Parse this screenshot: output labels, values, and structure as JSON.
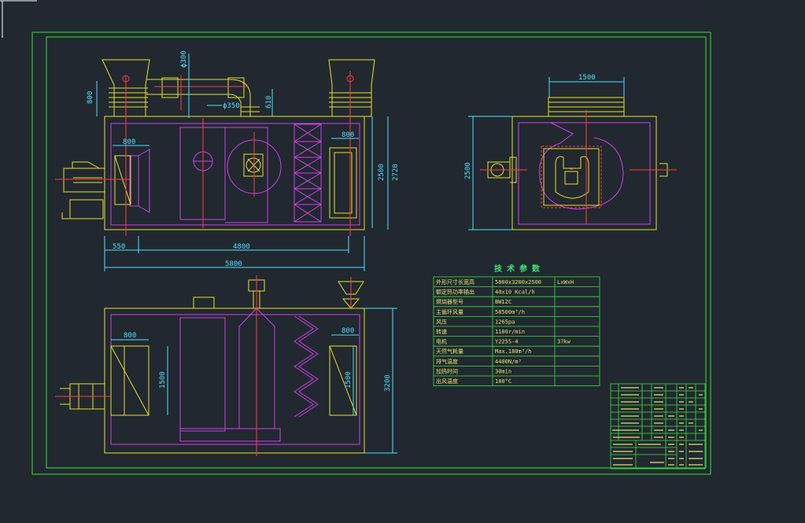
{
  "colors": {
    "background": "#212830",
    "frame": "#39e239",
    "equipment": "#e8e02a",
    "internal": "#d040e8",
    "centerline": "#ff3b3b",
    "dimension": "#4fe0ff",
    "white": "#ffffff"
  },
  "front_view": {
    "dims": {
      "inlet_height": "800",
      "pipe_vertical": "ϕ300",
      "pipe_diameter": "ϕ350",
      "pipe_drop": "610",
      "filter_width": "800",
      "right_box_width": "800",
      "inner_height": "2500",
      "outer_height": "2720",
      "left_offset": "550",
      "inner_length": "4800",
      "total_length": "5800"
    }
  },
  "side_view": {
    "dims": {
      "top_width": "1500",
      "height": "2500"
    }
  },
  "plan_view": {
    "dims": {
      "left_width": "800",
      "left_height": "1500",
      "right_width": "800",
      "right_height": "1500",
      "total_depth": "3200"
    }
  },
  "tech_table": {
    "title": "技 术 参 数",
    "rows": [
      [
        "外形尺寸长宽高",
        "5800x3200x2500",
        "LxWxH"
      ],
      [
        "额定热功率输出",
        "40x10 Kcal/h",
        ""
      ],
      [
        "燃烧器型号",
        "BW12C",
        ""
      ],
      [
        "主循环风量",
        "58500m³/h",
        ""
      ],
      [
        "风压",
        "1265pa",
        ""
      ],
      [
        "转速",
        "1100r/min",
        ""
      ],
      [
        "电机",
        "Y225S-4",
        "37kw"
      ],
      [
        "天然气耗量",
        "Max.180m³/h",
        ""
      ],
      [
        "排气温度",
        "4400N/m³",
        ""
      ],
      [
        "加热时间",
        "30min",
        ""
      ],
      [
        "出风温度",
        "180°C",
        ""
      ]
    ]
  }
}
